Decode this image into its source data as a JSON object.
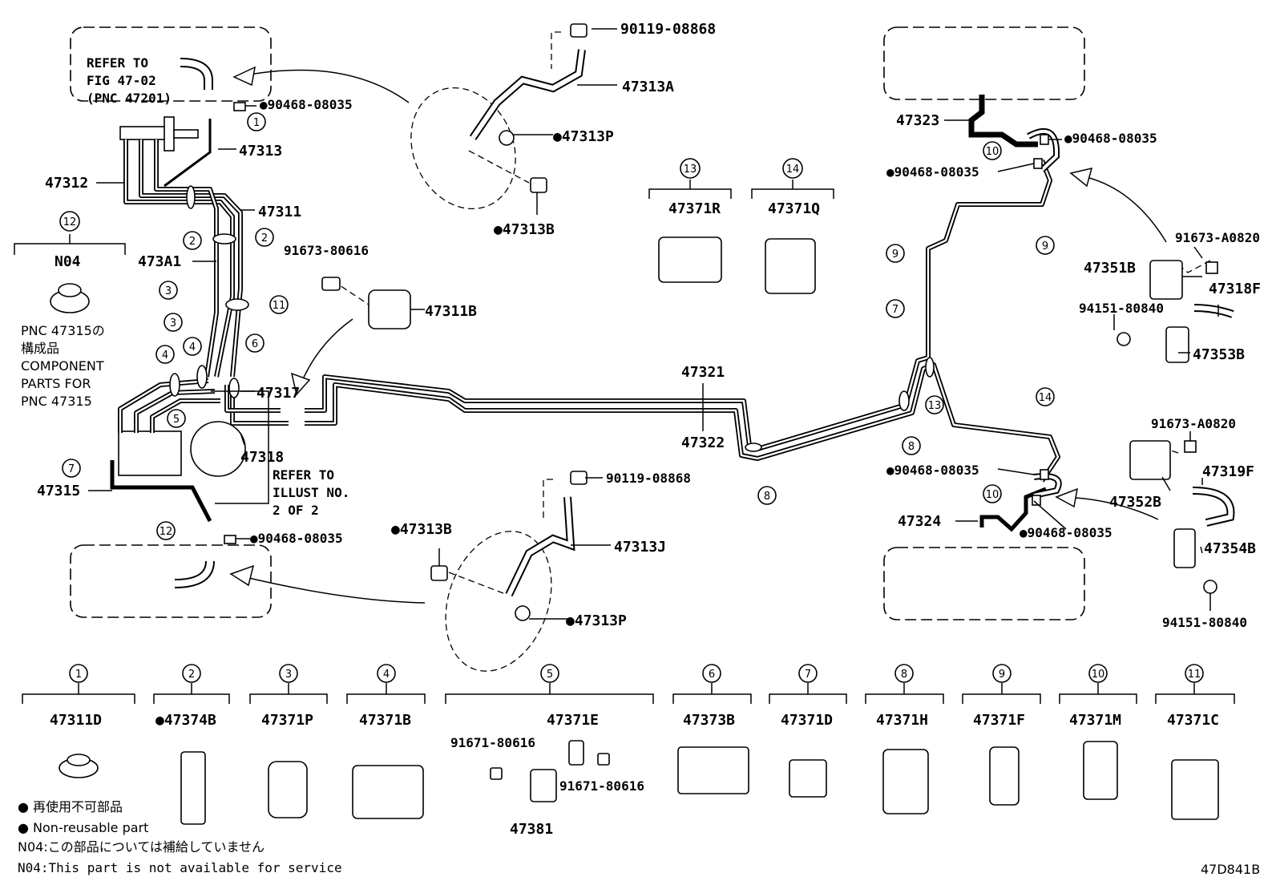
{
  "diagram_id": "47D841B",
  "refer_fig": {
    "line1": "REFER TO",
    "line2": "FIG 47-02",
    "line3": "(PNC 47201)"
  },
  "refer_illust": {
    "line1": "REFER TO",
    "line2": "ILLUST NO.",
    "line3": "2 OF 2"
  },
  "component_note": {
    "line1": "PNC 47315の",
    "line2": "構成品",
    "line3": "COMPONENT",
    "line4": "PARTS FOR",
    "line5": "PNC 47315"
  },
  "part_labels": {
    "p90119_top": "90119-08868",
    "p47313A": "47313A",
    "p47313P_top": "●47313P",
    "p47313B_top": "●47313B",
    "p90468_tl": "●90468-08035",
    "p47313": "47313",
    "p47312": "47312",
    "p47311": "47311",
    "p473A1": "473A1",
    "p91673_80616": "91673-80616",
    "p47311B": "47311B",
    "p47317": "47317",
    "p47318": "47318",
    "p47315": "47315",
    "p90468_bl": "●90468-08035",
    "p47321": "47321",
    "p47322": "47322",
    "p90119_bot": "90119-08868",
    "p47313J": "47313J",
    "p47313B_bot": "●47313B",
    "p47313P_bot": "●47313P",
    "p47323": "47323",
    "p90468_r1": "●90468-08035",
    "p90468_r2": "●90468-08035",
    "p90468_r3": "●90468-08035",
    "p90468_r4": "●90468-08035",
    "p47324": "47324",
    "p91673_A0820_a": "91673-A0820",
    "p47351B": "47351B",
    "p47318F": "47318F",
    "p94151_a": "94151-80840",
    "p47353B": "47353B",
    "p91673_A0820_b": "91673-A0820",
    "p47319F": "47319F",
    "p47352B": "47352B",
    "p47354B": "47354B",
    "p94151_b": "94151-80840"
  },
  "clamps_top": [
    {
      "num": "13",
      "part": "47371R"
    },
    {
      "num": "14",
      "part": "47371Q"
    }
  ],
  "n04_box": {
    "num": "12",
    "part": "N04"
  },
  "clamps_bottom": [
    {
      "num": "1",
      "part": "47311D"
    },
    {
      "num": "2",
      "part": "●47374B"
    },
    {
      "num": "3",
      "part": "47371P"
    },
    {
      "num": "4",
      "part": "47371B"
    },
    {
      "num": "5",
      "part": "47371E"
    },
    {
      "num": "6",
      "part": "47373B"
    },
    {
      "num": "7",
      "part": "47371D"
    },
    {
      "num": "8",
      "part": "47371H"
    },
    {
      "num": "9",
      "part": "47371F"
    },
    {
      "num": "10",
      "part": "47371M"
    },
    {
      "num": "11",
      "part": "47371C"
    }
  ],
  "clamp5_detail": {
    "bolt_a": "91671-80616",
    "bolt_b": "91671-80616",
    "bracket": "47381"
  },
  "callouts": [
    "1",
    "2",
    "2",
    "3",
    "3",
    "4",
    "4",
    "5",
    "6",
    "7",
    "11",
    "12",
    "8",
    "8",
    "9",
    "9",
    "7",
    "10",
    "10",
    "13",
    "14"
  ],
  "legend": {
    "jp": "● 再使用不可部品",
    "en": "● Non-reusable part",
    "n04_jp": "N04:この部品については補給していません",
    "n04_en": "N04:This part is not available for service"
  }
}
